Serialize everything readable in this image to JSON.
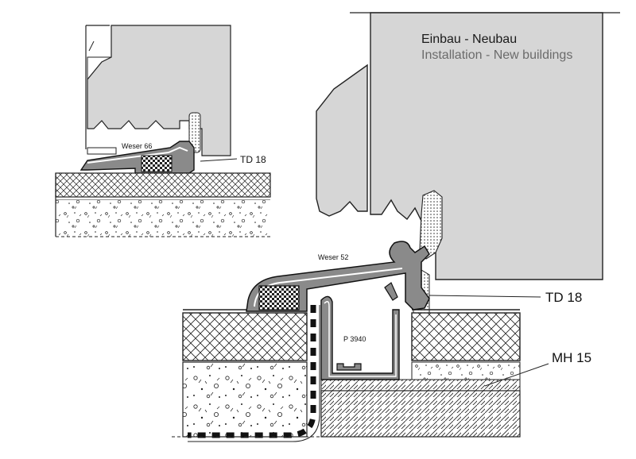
{
  "title": {
    "de": "Einbau - Neubau",
    "en": "Installation - New buildings"
  },
  "detail_small": {
    "sill_label": "Weser 66",
    "seal_label": "TD 18"
  },
  "detail_large": {
    "sill_label": "Weser 52",
    "seal_label": "TD 18",
    "profile_label": "P 3940",
    "membrane_label": "MH 15"
  },
  "colors": {
    "door_fill": "#d6d6d6",
    "profile_fill": "#8a8a8a",
    "line": "#1a1a1a",
    "background": "#ffffff"
  }
}
